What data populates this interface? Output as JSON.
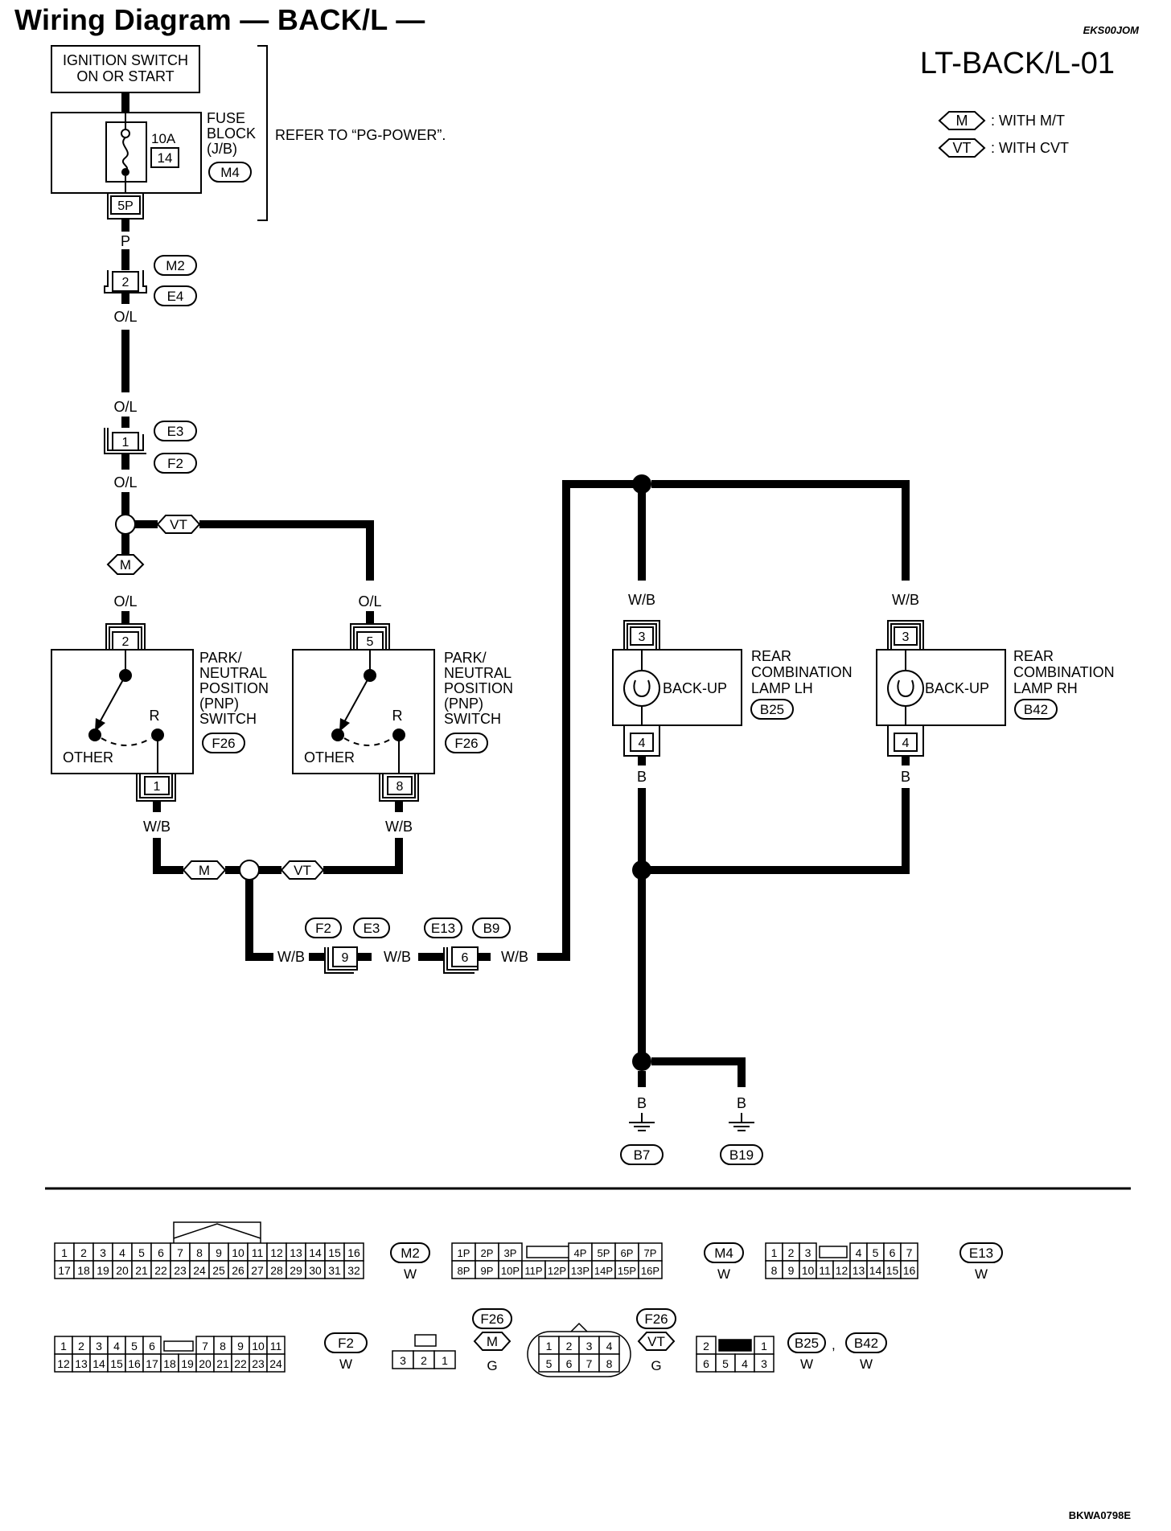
{
  "header": {
    "title": "Wiring Diagram — BACK/L —",
    "code": "EKS00JOM",
    "page_id": "LT-BACK/L-01"
  },
  "legend": {
    "m_tag": "M",
    "m_text": ": WITH M/T",
    "vt_tag": "VT",
    "vt_text": ": WITH CVT"
  },
  "ignition": {
    "line1": "IGNITION SWITCH",
    "line2": "ON OR START"
  },
  "fuse": {
    "line1": "FUSE",
    "line2": "BLOCK",
    "line3": "(J/B)",
    "amps": "10A",
    "number": "14",
    "conn_id": "M4",
    "pin": "5P",
    "refer": "REFER TO “PG-POWER”."
  },
  "wires": {
    "p": "P",
    "ol": "O/L",
    "wb": "W/B",
    "b": "B"
  },
  "connectors": {
    "m2": "M2",
    "e4": "E4",
    "e3": "E3",
    "f2": "F2",
    "e13": "E13",
    "b9": "B9",
    "pin2": "2",
    "pin1": "1",
    "pin5": "5",
    "pin8": "8",
    "pin9": "9",
    "pin6": "6",
    "pin3": "3",
    "pin4": "4"
  },
  "pnp_switch": {
    "line1": "PARK/",
    "line2": "NEUTRAL",
    "line3": "POSITION",
    "line4": "(PNP)",
    "line5": "SWITCH",
    "conn_id": "F26",
    "other": "OTHER",
    "r": "R"
  },
  "lamp_lh": {
    "line1": "REAR",
    "line2": "COMBINATION",
    "line3": "LAMP LH",
    "conn_id": "B25",
    "bulb": "BACK-UP"
  },
  "lamp_rh": {
    "line1": "REAR",
    "line2": "COMBINATION",
    "line3": "LAMP RH",
    "conn_id": "B42",
    "bulb": "BACK-UP"
  },
  "grounds": {
    "g1": "B7",
    "g2": "B19"
  },
  "connector_faces": {
    "m2": {
      "id": "M2",
      "color": "W",
      "row1": [
        "1",
        "2",
        "3",
        "4",
        "5",
        "6",
        "7",
        "8",
        "9",
        "10",
        "11",
        "12",
        "13",
        "14",
        "15",
        "16"
      ],
      "row2": [
        "17",
        "18",
        "19",
        "20",
        "21",
        "22",
        "23",
        "24",
        "25",
        "26",
        "27",
        "28",
        "29",
        "30",
        "31",
        "32"
      ]
    },
    "m4": {
      "id": "M4",
      "color": "W",
      "row1a": [
        "1P",
        "2P",
        "3P"
      ],
      "row1b": [
        "4P",
        "5P",
        "6P",
        "7P"
      ],
      "row2": [
        "8P",
        "9P",
        "10P",
        "11P",
        "12P",
        "13P",
        "14P",
        "15P",
        "16P"
      ]
    },
    "e13": {
      "id": "E13",
      "color": "W",
      "row1a": [
        "1",
        "2",
        "3"
      ],
      "row1b": [
        "4",
        "5",
        "6",
        "7"
      ],
      "row2": [
        "8",
        "9",
        "10",
        "11",
        "12",
        "13",
        "14",
        "15",
        "16"
      ]
    },
    "f2": {
      "id": "F2",
      "color": "W",
      "row1a": [
        "1",
        "2",
        "3",
        "4",
        "5",
        "6"
      ],
      "row1b": [
        "7",
        "8",
        "9",
        "10",
        "11"
      ],
      "row2": [
        "12",
        "13",
        "14",
        "15",
        "16",
        "17",
        "18",
        "19",
        "20",
        "21",
        "22",
        "23",
        "24"
      ]
    },
    "f26_m": {
      "id": "F26",
      "tag": "M",
      "color": "G",
      "pins": [
        "3",
        "2",
        "1"
      ]
    },
    "f26_vt": {
      "id": "F26",
      "tag": "VT",
      "color": "G",
      "row1": [
        "1",
        "2",
        "3",
        "4"
      ],
      "row2": [
        "5",
        "6",
        "7",
        "8"
      ]
    },
    "b25_b42": {
      "id1": "B25",
      "sep": ",",
      "id2": "B42",
      "color1": "W",
      "color2": "W",
      "row1a": "2",
      "row1b": "1",
      "row2": [
        "6",
        "5",
        "4",
        "3"
      ]
    }
  },
  "footer": {
    "code": "BKWA0798E"
  }
}
